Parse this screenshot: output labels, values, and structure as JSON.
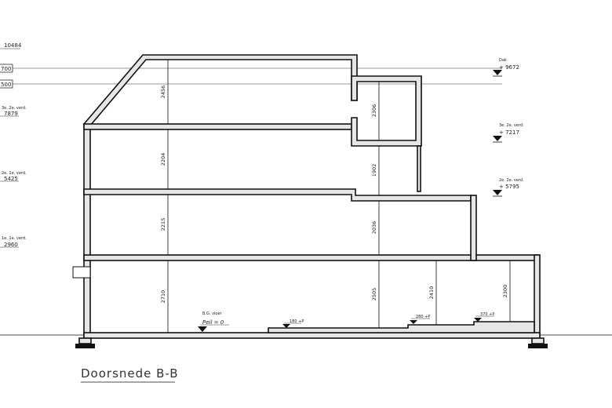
{
  "title": "Doorsnede B-B",
  "left_levels": [
    {
      "id": "l1",
      "sub": "",
      "value": "10484"
    },
    {
      "id": "l2",
      "sub": "",
      "value": "700"
    },
    {
      "id": "l3",
      "sub": "",
      "value": "500"
    },
    {
      "id": "l4",
      "sub": "3e. 2e. verd.",
      "value": "7879"
    },
    {
      "id": "l5",
      "sub": "2e. 1e. verd.",
      "value": "5425"
    },
    {
      "id": "l6",
      "sub": "1e. 1e. verd.",
      "value": "2960"
    }
  ],
  "right_levels": [
    {
      "id": "r1",
      "sub": "Dak",
      "value": "+ 9672"
    },
    {
      "id": "r2",
      "sub": "3e. 2e. verd.",
      "value": "+ 7217"
    },
    {
      "id": "r3",
      "sub": "2e. 2e. verd.",
      "value": "+ 5795"
    }
  ],
  "dimensions": {
    "d1": "2456",
    "d2": "2204",
    "d3": "2215",
    "d4": "2710",
    "d5": "2306",
    "d6": "1902",
    "d7": "2036",
    "d8": "2505",
    "d9": "2410",
    "d10": "2300"
  },
  "floor_marks": {
    "ground_label": "B.G. vloer",
    "ground_value": "Peil = 0",
    "step1": "180 +P",
    "step2": "280 +P",
    "step3": "370 +P"
  }
}
